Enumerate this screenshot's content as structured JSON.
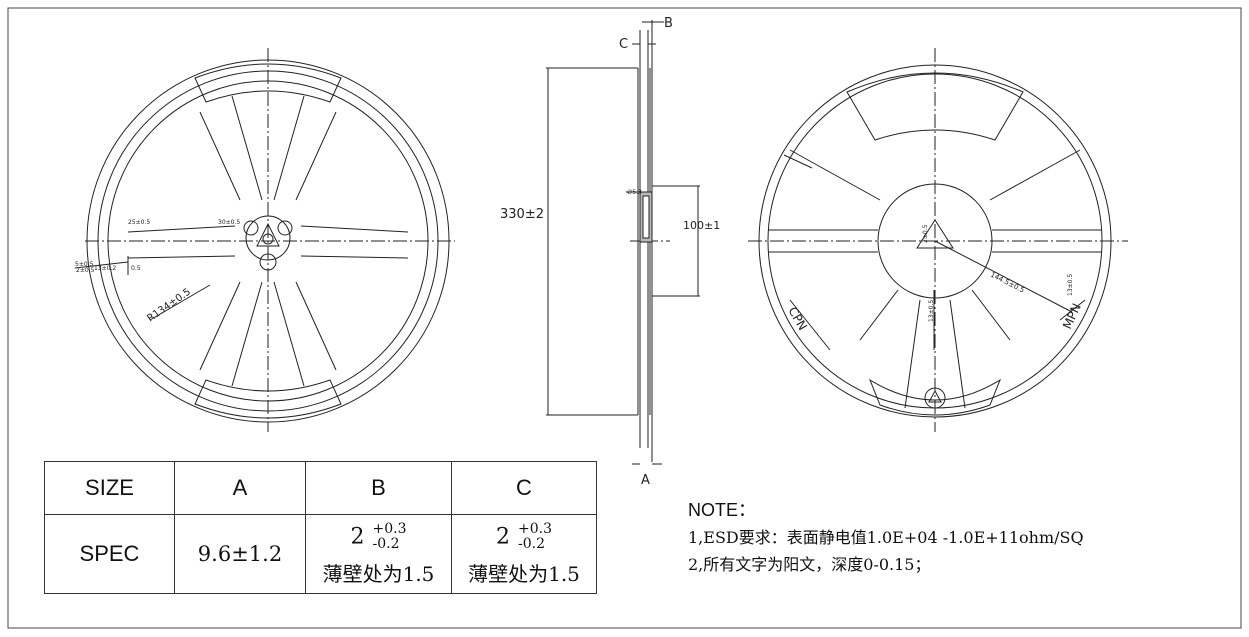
{
  "drawing": {
    "dim_B": "B",
    "dim_C": "C",
    "dim_A": "A",
    "diameter": "330±2",
    "hub": "100±1",
    "left_small": [
      "25±0.5",
      "30±0.5",
      "5±0.5",
      "2±0.5",
      "13±0.2",
      "0.5"
    ],
    "radius": "R134±0.5",
    "side_small": "∅5.3",
    "right_small": [
      "144.5±0.5",
      "2±0.5",
      "13±0.5",
      "13±0.5"
    ],
    "cpn": "CPN",
    "mpn": "MPN"
  },
  "table": {
    "header": [
      "SIZE",
      "A",
      "B",
      "C"
    ],
    "row_label": "SPEC",
    "a_value": "9.6±1.2",
    "b_main": "2",
    "b_plus": "+0.3",
    "b_minus": "-0.2",
    "b_note": "薄壁处为1.5",
    "c_main": "2",
    "c_plus": "+0.3",
    "c_minus": "-0.2",
    "c_note": "薄壁处为1.5"
  },
  "notes": {
    "title": "NOTE：",
    "line1": "1,ESD要求：表面静电值1.0E+04 -1.0E+11ohm/SQ",
    "line2": "2,所有文字为阳文，深度0-0.15；"
  }
}
